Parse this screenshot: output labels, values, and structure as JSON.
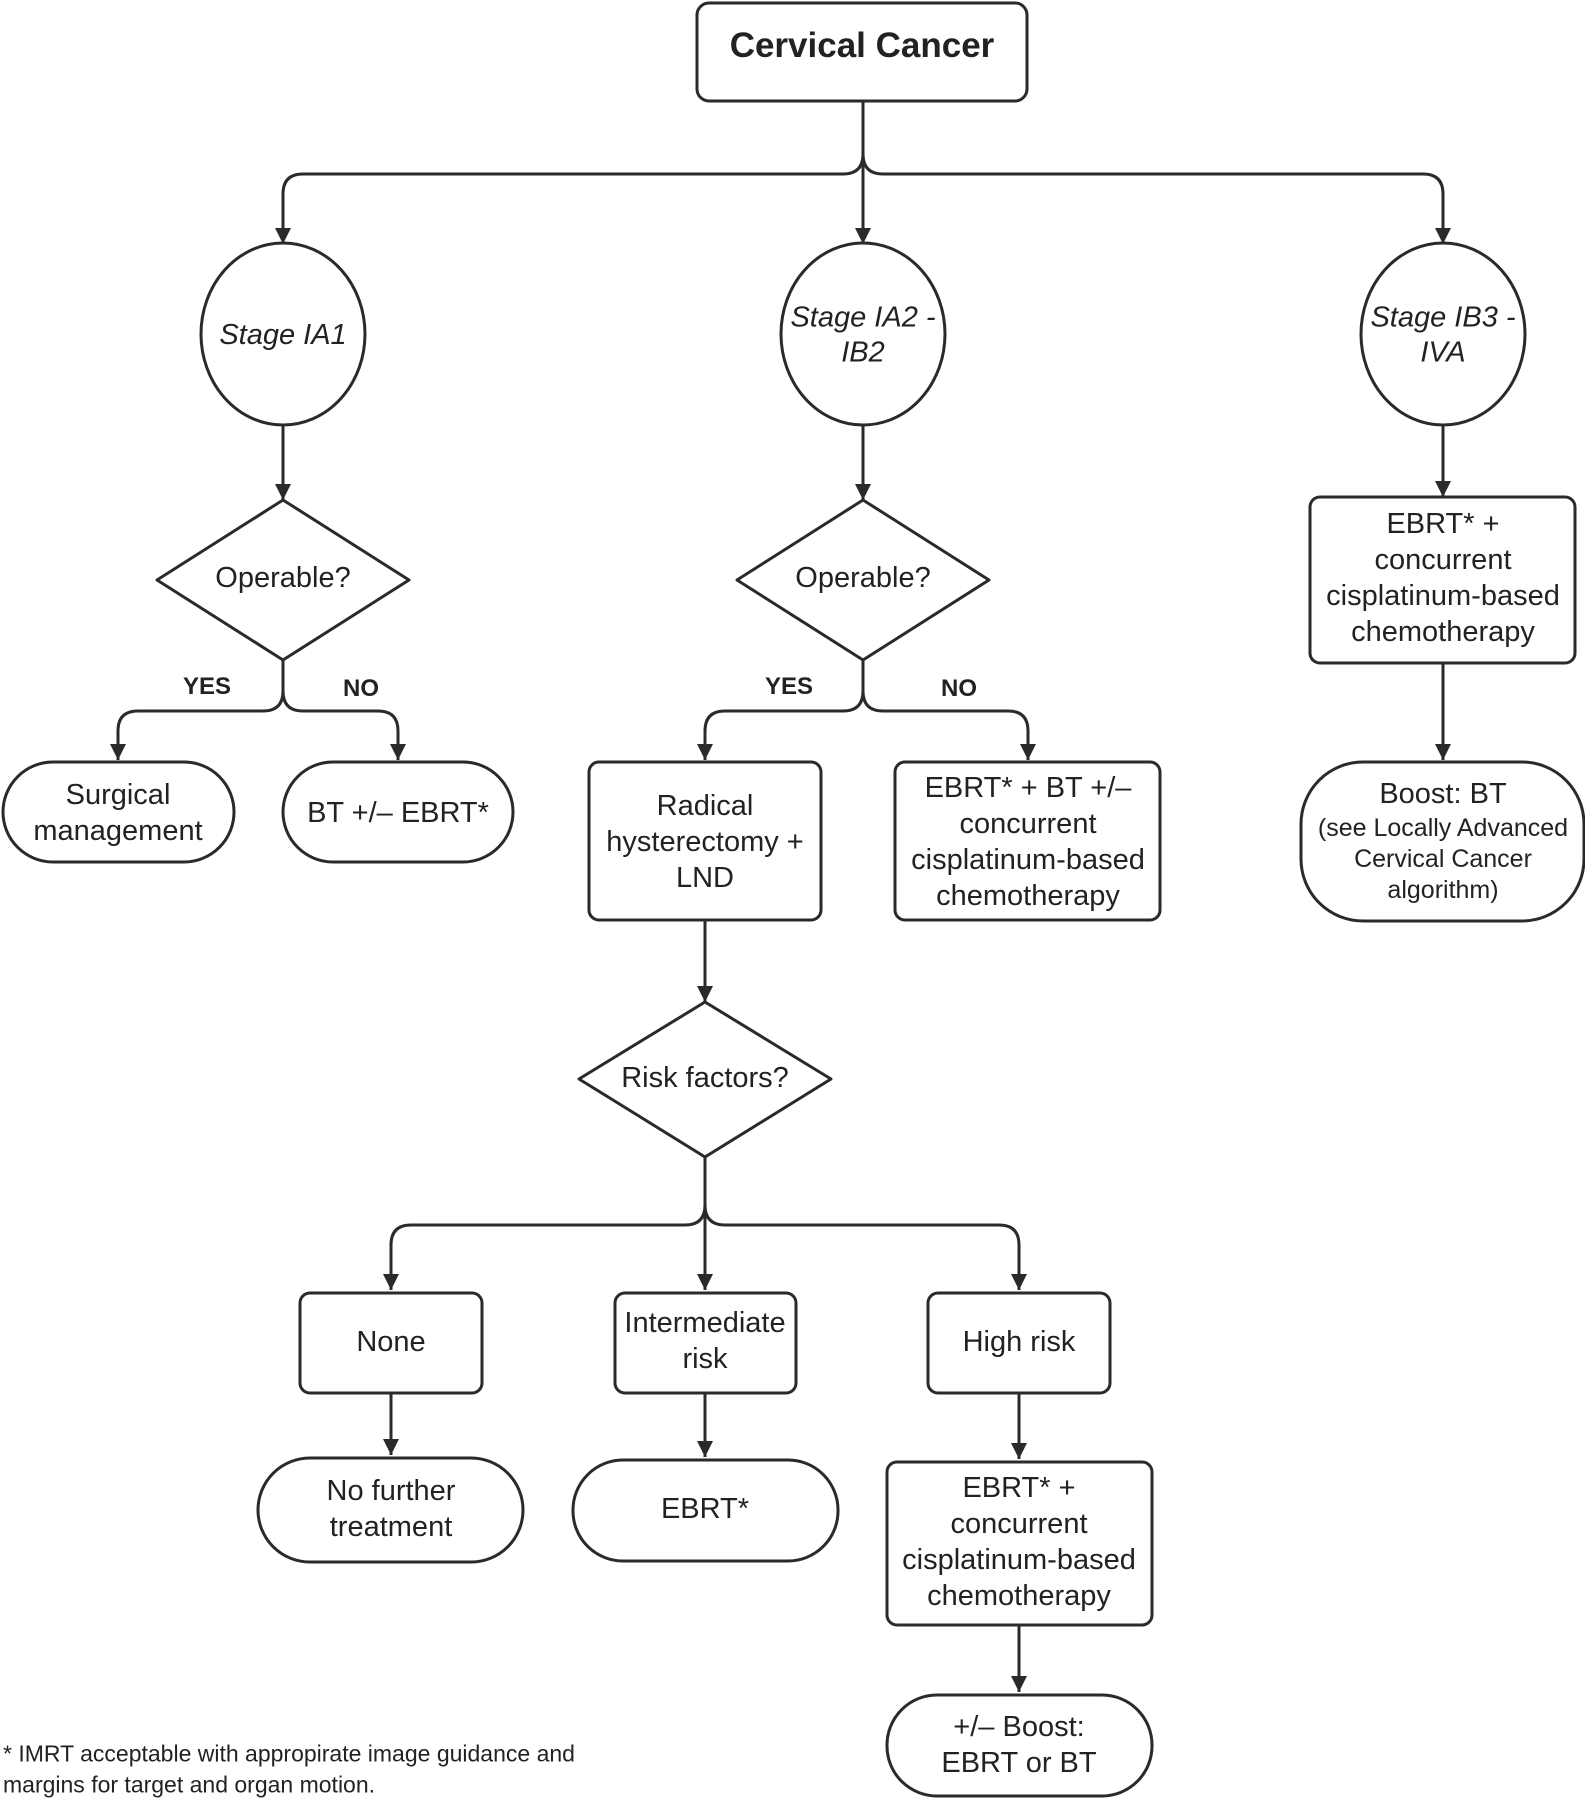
{
  "title": "Cervical Cancer",
  "stages": {
    "ia1": [
      "Stage IA1"
    ],
    "ia2_ib2": [
      "Stage IA2 -",
      "IB2"
    ],
    "ib3_iva": [
      "Stage IB3 -",
      "IVA"
    ]
  },
  "operable_question": "Operable?",
  "yes_label": "YES",
  "no_label": "NO",
  "ia1_yes": [
    "Surgical",
    "management"
  ],
  "ia1_no": [
    "BT +/– EBRT*"
  ],
  "ia2_yes": [
    "Radical",
    "hysterectomy +",
    "LND"
  ],
  "ia2_no": [
    "EBRT* + BT +/–",
    "concurrent",
    "cisplatinum-based",
    "chemotherapy"
  ],
  "ib3_treatment": [
    "EBRT* +",
    "concurrent",
    "cisplatinum-based",
    "chemotherapy"
  ],
  "ib3_boost": [
    "Boost: BT"
  ],
  "ib3_boost_note": [
    "(see Locally Advanced",
    "Cervical Cancer",
    "algorithm)"
  ],
  "risk_question": "Risk factors?",
  "risk_none": [
    "None"
  ],
  "risk_intermediate": [
    "Intermediate",
    "risk"
  ],
  "risk_high": [
    "High risk"
  ],
  "none_result": [
    "No further",
    "treatment"
  ],
  "intermediate_result": [
    "EBRT*"
  ],
  "high_result": [
    "EBRT* +",
    "concurrent",
    "cisplatinum-based",
    "chemotherapy"
  ],
  "high_boost": [
    "+/– Boost:",
    "EBRT or BT"
  ],
  "footnote": [
    "* IMRT acceptable with appropirate image guidance and",
    "margins for target and organ motion."
  ]
}
